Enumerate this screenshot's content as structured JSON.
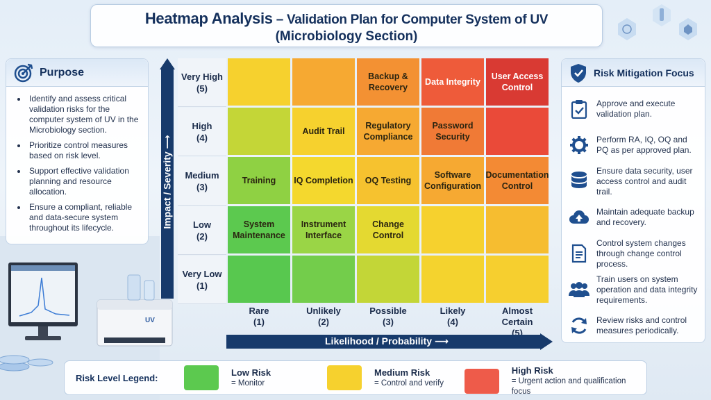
{
  "title": {
    "line1_a": "Heatmap Analysis",
    "line1_b": " – Validation Plan for Computer System of UV",
    "line2": "(Microbiology Section)"
  },
  "purpose": {
    "heading": "Purpose",
    "icon": "target-icon",
    "items": [
      "Identify and assess critical validation risks for the computer system of UV in the Microbiology section.",
      "Prioritize control measures based on risk level.",
      "Support effective validation planning and resource allocation.",
      "Ensure a compliant, reliable and data-secure system throughout its lifecycle."
    ]
  },
  "heatmap": {
    "y_axis_title": "Impact / Severity  ⟶",
    "x_axis_title": "Likelihood / Probability  ⟶",
    "impact_levels": [
      {
        "label": "Very High",
        "score": "(5)"
      },
      {
        "label": "High",
        "score": "(4)"
      },
      {
        "label": "Medium",
        "score": "(3)"
      },
      {
        "label": "Low",
        "score": "(2)"
      },
      {
        "label": "Very Low",
        "score": "(1)"
      }
    ],
    "likelihood_levels": [
      {
        "label": "Rare",
        "score": "(1)"
      },
      {
        "label": "Unlikely",
        "score": "(2)"
      },
      {
        "label": "Possible",
        "score": "(3)"
      },
      {
        "label": "Likely",
        "score": "(4)"
      },
      {
        "label": "Almost Certain",
        "score": "(5)"
      }
    ],
    "rows": [
      [
        "",
        "",
        "Backup & Recovery",
        "Data Integrity",
        "User Access Control"
      ],
      [
        "",
        "Audit Trail",
        "Regulatory Compliance",
        "Password Security",
        ""
      ],
      [
        "Training",
        "IQ Completion",
        "OQ Testing",
        "Software Configuration",
        "Documentation Control"
      ],
      [
        "System Maintenance",
        "Instrument Interface",
        "Change Control",
        "",
        ""
      ],
      [
        "",
        "",
        "",
        "",
        ""
      ]
    ],
    "colors": [
      [
        "#f6d12e",
        "#f6a932",
        "#f39133",
        "#ee5b3a",
        "#d93a33"
      ],
      [
        "#c4d637",
        "#f6d12e",
        "#f6a932",
        "#f07a36",
        "#ea4a39"
      ],
      [
        "#8fd143",
        "#f4d82e",
        "#f6c22f",
        "#f6a932",
        "#f38a34"
      ],
      [
        "#5cc94f",
        "#9ad546",
        "#e4d931",
        "#f6d12e",
        "#f6bd30"
      ],
      [
        "#58c84f",
        "#73cd4b",
        "#c3d637",
        "#f4d32e",
        "#f6cf2f"
      ]
    ]
  },
  "mitigation": {
    "heading": "Risk Mitigation Focus",
    "icon": "shield-icon",
    "items": [
      {
        "icon": "clipboard-check-icon",
        "text": "Approve and execute validation plan."
      },
      {
        "icon": "gear-icon",
        "text": "Perform RA, IQ, OQ and PQ as per approved plan."
      },
      {
        "icon": "database-icon",
        "text": "Ensure data security, user access control and audit trail."
      },
      {
        "icon": "cloud-upload-icon",
        "text": "Maintain adequate backup and recovery."
      },
      {
        "icon": "document-icon",
        "text": "Control system changes through change control process."
      },
      {
        "icon": "users-icon",
        "text": "Train users on system operation and data integrity requirements."
      },
      {
        "icon": "refresh-icon",
        "text": "Review risks and control measures periodically."
      }
    ]
  },
  "legend": {
    "title": "Risk Level Legend:",
    "items": [
      {
        "name": "Low Risk",
        "desc": "= Monitor",
        "color": "#5cc94f"
      },
      {
        "name": "Medium Risk",
        "desc": "= Control and verify",
        "color": "#f6d12e"
      },
      {
        "name": "High Risk",
        "desc": "= Urgent action and qualification focus",
        "color": "#ee5b4a"
      }
    ]
  },
  "instrument_label": "UV"
}
